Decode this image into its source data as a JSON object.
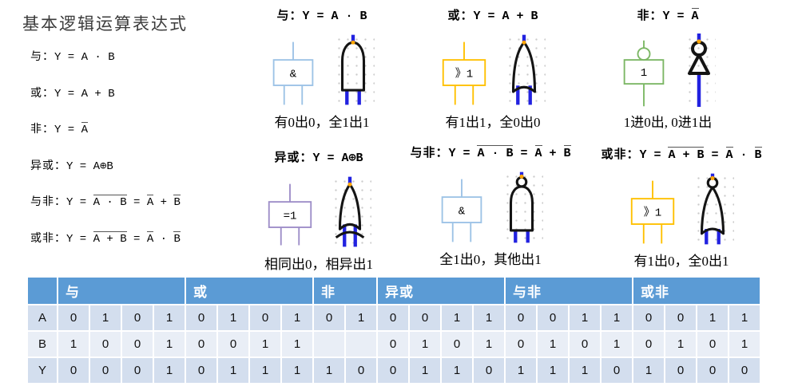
{
  "title": "基本逻辑运算表达式",
  "colors": {
    "pin_blue": "#2222E0",
    "junction_orange": "#FFA500",
    "gate_black": "#141414",
    "iec_and": "#9DC3E6",
    "iec_or": "#FFC000",
    "iec_not": "#7CB765",
    "iec_xor": "#9E8EC8",
    "grid_dot": "#cbcbcb",
    "table_header_bg": "#5B9BD5",
    "table_row_dark": "#D3DEEE",
    "table_row_light": "#E9EEF6"
  },
  "gates": [
    {
      "id": "and",
      "name": "与：",
      "iec": "&",
      "expr": [
        {
          "t": "Y = A · B",
          "bar": false
        }
      ],
      "rule": "有0出0，全1出1"
    },
    {
      "id": "or",
      "name": "或：",
      "iec": "》1",
      "expr": [
        {
          "t": "Y = A + B",
          "bar": false
        }
      ],
      "rule": "有1出1，全0出0"
    },
    {
      "id": "not",
      "name": "非：",
      "iec": "1",
      "expr": [
        {
          "t": "Y = ",
          "bar": false
        },
        {
          "t": "A",
          "bar": true
        }
      ],
      "rule": "1进0出, 0进1出"
    },
    {
      "id": "xor",
      "name": "异或：",
      "iec": "=1",
      "expr": [
        {
          "t": "Y = A⊕B",
          "bar": false
        }
      ],
      "rule": "相同出0，相异出1"
    },
    {
      "id": "nand",
      "name": "与非：",
      "iec": "&",
      "expr": [
        {
          "t": "Y = ",
          "bar": false
        },
        {
          "t": "A · B",
          "bar": true
        },
        {
          "t": " = ",
          "bar": false
        },
        {
          "t": "A",
          "bar": true
        },
        {
          "t": " + ",
          "bar": false
        },
        {
          "t": "B",
          "bar": true
        }
      ],
      "rule": "全1出0，其他出1"
    },
    {
      "id": "nor",
      "name": "或非：",
      "iec": "》1",
      "expr": [
        {
          "t": "Y = ",
          "bar": false
        },
        {
          "t": "A + B",
          "bar": true
        },
        {
          "t": " = ",
          "bar": false
        },
        {
          "t": "A",
          "bar": true
        },
        {
          "t": " · ",
          "bar": false
        },
        {
          "t": "B",
          "bar": true
        }
      ],
      "rule": "有1出0，全0出1"
    }
  ],
  "truth_table": {
    "groups": [
      {
        "label": "",
        "span": 1
      },
      {
        "label": "与",
        "span": 4
      },
      {
        "label": "或",
        "span": 4
      },
      {
        "label": "非",
        "span": 2
      },
      {
        "label": "异或",
        "span": 4
      },
      {
        "label": "与非",
        "span": 4
      },
      {
        "label": "或非",
        "span": 4
      }
    ],
    "rows": [
      {
        "label": "A",
        "cells": [
          "0",
          "1",
          "0",
          "1",
          "0",
          "1",
          "0",
          "1",
          "0",
          "1",
          "0",
          "0",
          "1",
          "1",
          "0",
          "0",
          "1",
          "1",
          "0",
          "0",
          "1",
          "1"
        ]
      },
      {
        "label": "B",
        "cells": [
          "1",
          "0",
          "0",
          "1",
          "0",
          "0",
          "1",
          "1",
          "",
          "",
          "0",
          "1",
          "0",
          "1",
          "0",
          "1",
          "0",
          "1",
          "0",
          "1",
          "0",
          "1"
        ]
      },
      {
        "label": "Y",
        "cells": [
          "0",
          "0",
          "0",
          "1",
          "0",
          "1",
          "1",
          "1",
          "1",
          "0",
          "0",
          "1",
          "1",
          "0",
          "1",
          "1",
          "1",
          "0",
          "1",
          "0",
          "0",
          "0"
        ]
      }
    ]
  }
}
